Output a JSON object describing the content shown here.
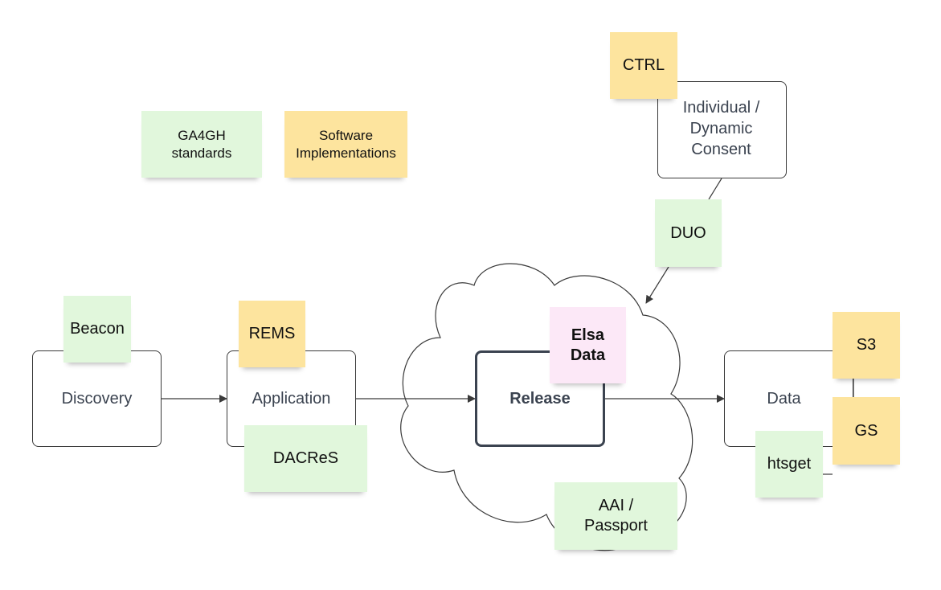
{
  "colors": {
    "standard": "#e1f7dc",
    "implementation": "#fde49e",
    "product": "#fce8f7",
    "line": "#3a3a3a",
    "text": "#3b4350"
  },
  "legend": {
    "standards": "GA4GH\nstandards",
    "implementations": "Software\nImplementations"
  },
  "boxes": {
    "discovery": "Discovery",
    "application": "Application",
    "release": "Release",
    "data": "Data",
    "consent": "Individual /\nDynamic\nConsent"
  },
  "notes": {
    "ctrl": "CTRL",
    "duo": "DUO",
    "beacon": "Beacon",
    "rems": "REMS",
    "dacres": "DACReS",
    "elsa_data": "Elsa\nData",
    "aai_passport": "AAI /\nPassport",
    "s3": "S3",
    "gs": "GS",
    "htsget": "htsget"
  }
}
